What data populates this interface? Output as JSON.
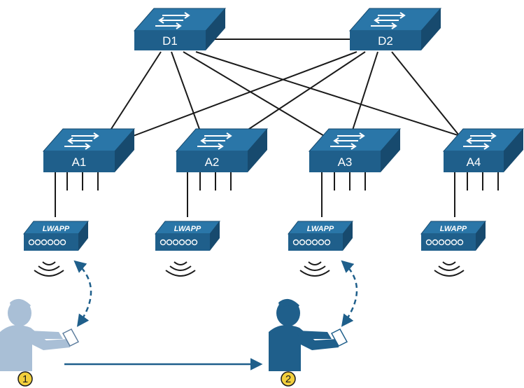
{
  "switches": {
    "distribution": [
      {
        "id": "d1",
        "label": "D1"
      },
      {
        "id": "d2",
        "label": "D2"
      }
    ],
    "access": [
      {
        "id": "a1",
        "label": "A1"
      },
      {
        "id": "a2",
        "label": "A2"
      },
      {
        "id": "a3",
        "label": "A3"
      },
      {
        "id": "a4",
        "label": "A4"
      }
    ]
  },
  "access_points": [
    {
      "label": "LWAPP"
    },
    {
      "label": "LWAPP"
    },
    {
      "label": "LWAPP"
    },
    {
      "label": "LWAPP"
    }
  ],
  "clients": [
    {
      "step": "1",
      "state": "previous position",
      "color": "#a9bfd6"
    },
    {
      "step": "2",
      "state": "current position",
      "color": "#1f5f8b"
    }
  ],
  "colors": {
    "device_top": "#2a76a8",
    "device_front": "#1f5f8b",
    "device_side": "#174a6e",
    "link": "#1a1a1a",
    "roam_arrow": "#1f5f8b",
    "step_marker": "#f2cf3c"
  }
}
